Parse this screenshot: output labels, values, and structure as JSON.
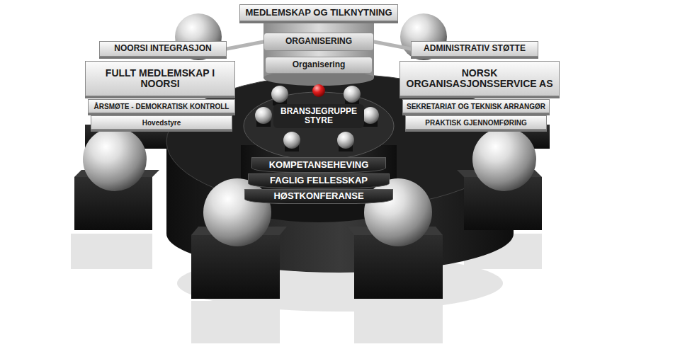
{
  "diagram": {
    "nodes": [
      {
        "text": [
          "MEDLEMSKAP OG TILKNYTNING"
        ]
      },
      {
        "text": [
          "ORGANISERING"
        ]
      },
      {
        "text": [
          "Organisering"
        ]
      },
      {
        "text": [
          "NOORSI INTEGRASJON"
        ]
      },
      {
        "text": [
          "FULLT MEDLEMSKAP I NOORSI"
        ]
      },
      {
        "text": [
          "ÅRSMØTE - DEMOKRATISK KONTROLL"
        ]
      },
      {
        "text": [
          "Hovedstyre"
        ]
      },
      {
        "text": [
          "ADMINISTRATIV STØTTE"
        ]
      },
      {
        "text": [
          "NORSK ORGANISASJONSSERVICE AS"
        ]
      },
      {
        "text": [
          "SEKRETARIAT OG TEKNISK ARRANGØR"
        ]
      },
      {
        "text": [
          "PRAKTISK GJENNOMFØRING"
        ]
      },
      {
        "text": [
          "BRANSJEGRUPPE STYRE"
        ]
      },
      {
        "text": [
          "KOMPETANSEHEVING"
        ]
      },
      {
        "text": [
          "FAGLIG FELLESSKAP"
        ]
      },
      {
        "text": [
          "HØSTKONFERANSE"
        ]
      }
    ],
    "edges": [
      {
        "from": 3,
        "to": 1,
        "arrow": "none"
      },
      {
        "from": 7,
        "to": 1,
        "arrow": "none"
      }
    ]
  }
}
